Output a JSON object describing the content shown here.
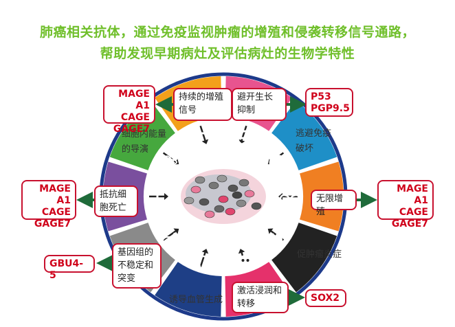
{
  "title": {
    "line1": "肺癌相关抗体，通过免疫监视肿瘤的增殖和侵袭转移信号通路，",
    "line2": "帮助发现早期病灶及评估病灶的生物学特性"
  },
  "hallmarks": {
    "sustained_proliferation": [
      "持续的增殖",
      "信号"
    ],
    "evading_growth_suppressors": [
      "避开生长",
      "抑制"
    ],
    "avoiding_immune_destruction": [
      "逃避免疫",
      "破坏"
    ],
    "energetics": [
      "细胞内能量",
      "的导演"
    ],
    "resisting_cell_death": [
      "抵抗细",
      "胞死亡"
    ],
    "replicative_immortality": [
      "无限增殖"
    ],
    "genome_instability": [
      "基因组的",
      "不稳定和",
      "突变"
    ],
    "tumor_inflammation": [
      "促肿瘤炎症"
    ],
    "angiogenesis": [
      "诱导血管生成"
    ],
    "invasion_metastasis": [
      "激活浸润和",
      "转移"
    ]
  },
  "markers": {
    "top_left": [
      "MAGE A1",
      "CAGE",
      "GAGE7"
    ],
    "top_right": [
      "P53",
      "PGP9.5"
    ],
    "mid_left": [
      "MAGE A1",
      "CAGE",
      "GAGE7"
    ],
    "mid_right": [
      "MAGE A1",
      "CAGE",
      "GAGE7"
    ],
    "bottom_left": [
      "GBU4-5"
    ],
    "bottom_right": [
      "SOX2"
    ]
  },
  "colors": {
    "title": "#6fbf2a",
    "box_border": "#c8102e",
    "marker_text": "#d0021b",
    "arrow": "#1f6b3a",
    "ring_border": "#1d3a8a",
    "segments": [
      "#f3a01b",
      "#e8548f",
      "#1e8fc7",
      "#f07f22",
      "#222222",
      "#e5316b",
      "#1e3f86",
      "#8a8a8a",
      "#7a4f9e",
      "#46a83e"
    ]
  },
  "icons": [
    "rising-arrow-icon",
    "blocked-circle-icon",
    "pacman-cell-icon",
    "infinity-icon",
    "flame-icon",
    "skull-icon",
    "vessel-icon",
    "dna-icon",
    "plus-icon",
    "atom-icon"
  ]
}
